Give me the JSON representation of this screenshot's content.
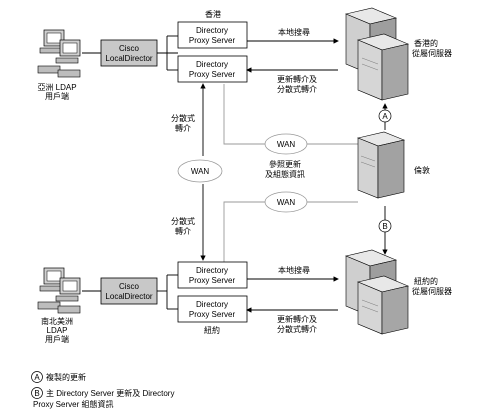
{
  "top_site": {
    "site_label": "香港",
    "client_label": [
      "亞洲 LDAP",
      "用戶端"
    ],
    "director": [
      "Cisco",
      "LocalDirector"
    ],
    "proxy_upper": [
      "Directory",
      "Proxy Server"
    ],
    "proxy_lower": [
      "Directory",
      "Proxy Server"
    ],
    "local_search": "本地搜尋",
    "referral": [
      "更新轉介及",
      "分散式轉介"
    ],
    "server_label": [
      "香港的",
      "從屬伺服器"
    ]
  },
  "bottom_site": {
    "site_label": "紐約",
    "client_label": [
      "南北美洲",
      "LDAP",
      "用戶端"
    ],
    "director": [
      "Cisco",
      "LocalDirector"
    ],
    "proxy_upper": [
      "Directory",
      "Proxy Server"
    ],
    "proxy_lower": [
      "Directory",
      "Proxy Server"
    ],
    "local_search": "本地搜尋",
    "referral": [
      "更新轉介及",
      "分散式轉介"
    ],
    "server_label": [
      "紐約的",
      "從屬伺服器"
    ]
  },
  "middle": {
    "wan_top": "WAN",
    "wan_mid": "WAN",
    "wan_lower": "WAN",
    "dist_referral_top": [
      "分散式",
      "轉介"
    ],
    "dist_referral_bottom": [
      "分散式",
      "轉介"
    ],
    "ref_update": [
      "參照更新",
      "及組態資訊"
    ],
    "london": "倫敦"
  },
  "markers": {
    "a": "A",
    "b": "B"
  },
  "legend": {
    "a_text": "複製的更新",
    "b_text_1": "主 Directory Server 更新及 Directory",
    "b_text_2": "Proxy Server 組態資訊"
  }
}
